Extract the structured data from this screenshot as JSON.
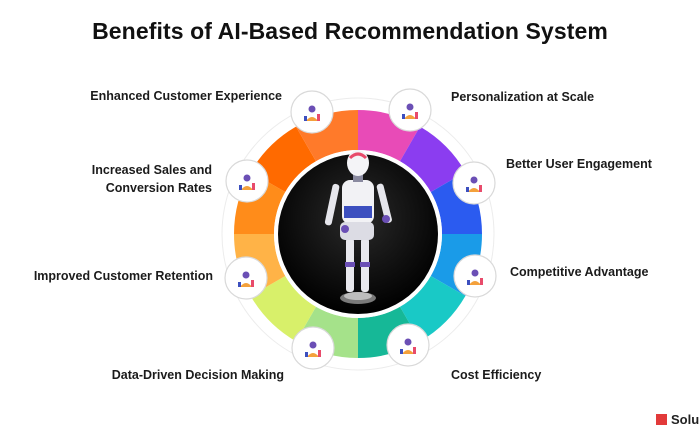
{
  "title": "Benefits of AI-Based Recommendation System",
  "benefits": [
    {
      "id": "enhanced-customer-experience",
      "label": "Enhanced Customer Experience",
      "icon": "customer-rating-icon"
    },
    {
      "id": "personalization-at-scale",
      "label": "Personalization at Scale",
      "icon": "personalized-hand-icon"
    },
    {
      "id": "increased-sales",
      "label_line1": "Increased Sales and",
      "label_line2": "Conversion Rates",
      "icon": "sales-funnel-icon"
    },
    {
      "id": "better-user-engagement",
      "label": "Better User Engagement",
      "icon": "handshake-icon"
    },
    {
      "id": "improved-customer-retention",
      "label": "Improved Customer Retention",
      "icon": "retention-cycle-icon"
    },
    {
      "id": "competitive-advantage",
      "label": "Competitive Advantage",
      "icon": "growth-arrow-icon"
    },
    {
      "id": "data-driven-decision-making",
      "label": "Data-Driven Decision Making",
      "icon": "data-analysis-icon"
    },
    {
      "id": "cost-efficiency",
      "label": "Cost Efficiency",
      "icon": "cost-chart-icon"
    }
  ],
  "segment_colors": [
    "#e84bb7",
    "#8b3df0",
    "#2b5bf0",
    "#1a9be8",
    "#19c9c6",
    "#16b897",
    "#a5e28a",
    "#d8f06a",
    "#ffb347",
    "#ff8c1a",
    "#ff6a00",
    "#ff7a2a"
  ],
  "center_figure": "robot-illustration",
  "logo": {
    "text": "Solu",
    "icon": "logo-mark-icon",
    "color": "#e23a3a"
  }
}
